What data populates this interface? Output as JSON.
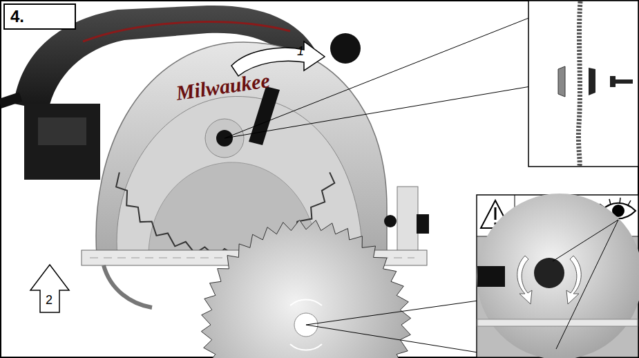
{
  "diagram": {
    "nodes": [
      {
        "text": [
          "4."
        ]
      }
    ],
    "labels": [
      "Milwaukee",
      "1",
      "2"
    ]
  }
}
